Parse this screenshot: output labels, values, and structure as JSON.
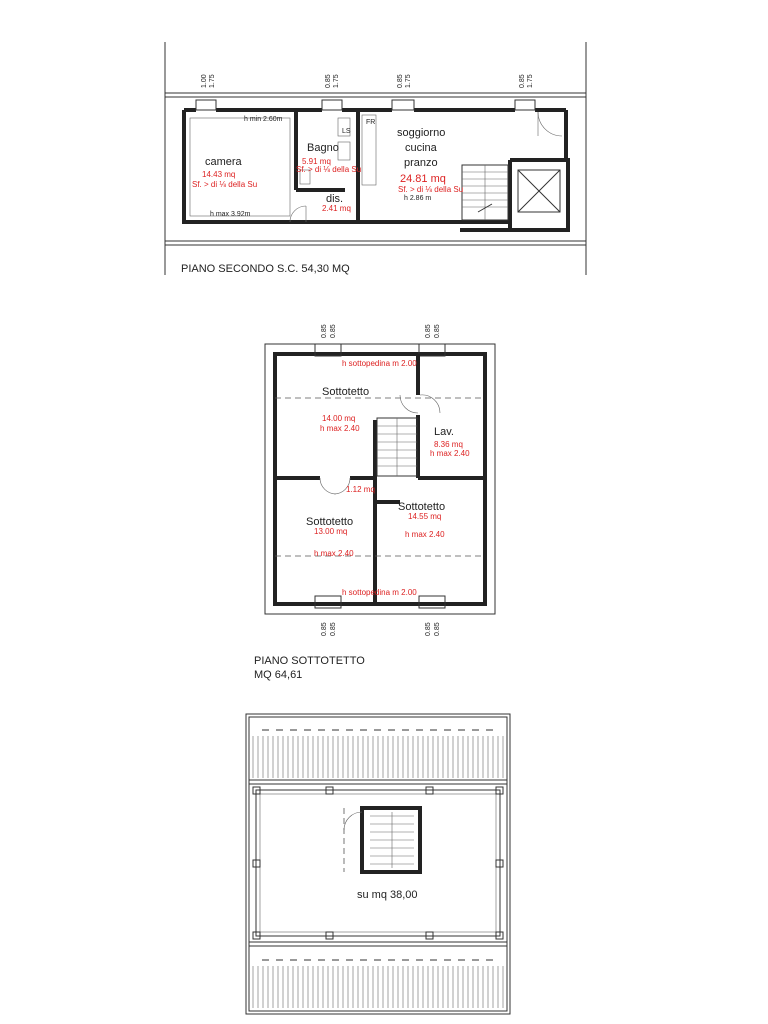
{
  "floor2": {
    "caption": "PIANO SECONDO   S.C. 54,30 MQ",
    "dims_top": [
      {
        "a": "1.00",
        "b": "1.75"
      },
      {
        "a": "0.85",
        "b": "1.75"
      },
      {
        "a": "0.85",
        "b": "1.75"
      },
      {
        "a": "0.85",
        "b": "1.75"
      }
    ],
    "rooms": {
      "camera": {
        "name": "camera",
        "area": "14.43 mq",
        "note": "Sf. > di ⅛ della Su",
        "h_min": "h min 2.60m",
        "h_max": "h max 3.92m"
      },
      "bagno": {
        "name": "Bagno",
        "area": "5.91 mq",
        "note": "Sf. > di ⅛ della Su"
      },
      "dis": {
        "name": "dis.",
        "area": "2.41 mq"
      },
      "soggiorno": {
        "name1": "soggiorno",
        "name2": "cucina",
        "name3": "pranzo",
        "area": "24.81 mq",
        "note": "Sf. > di ⅛ della Su",
        "h": "h 2.86 m"
      }
    },
    "fixture": {
      "fr": "FR",
      "ls": "LS"
    }
  },
  "attic": {
    "caption1": "PIANO SOTTOTETTO",
    "caption2": "MQ 64,61",
    "dims_top": [
      {
        "a": "0.85",
        "b": "0.85"
      },
      {
        "a": "0.85",
        "b": "0.85"
      }
    ],
    "dims_bottom": [
      {
        "a": "0.85",
        "b": "0.85"
      },
      {
        "a": "0.85",
        "b": "0.85"
      }
    ],
    "h_top": "h sottopedina m 2.00",
    "h_bottom": "h sottopedina m 2.00",
    "rooms": {
      "nw": {
        "name": "Sottotetto",
        "area": "14.00 mq",
        "h": "h max 2.40"
      },
      "lav": {
        "name": "Lav.",
        "area": "8.36 mq",
        "h": "h max 2.40"
      },
      "landing": {
        "area": "1.12 mq"
      },
      "sw": {
        "name": "Sottotetto",
        "area": "13.00 mq",
        "h": "h max 2.40"
      },
      "se": {
        "name": "Sottotetto",
        "area": "14.55 mq",
        "h": "h max 2.40"
      }
    }
  },
  "roof": {
    "label": "su mq 38,00"
  }
}
